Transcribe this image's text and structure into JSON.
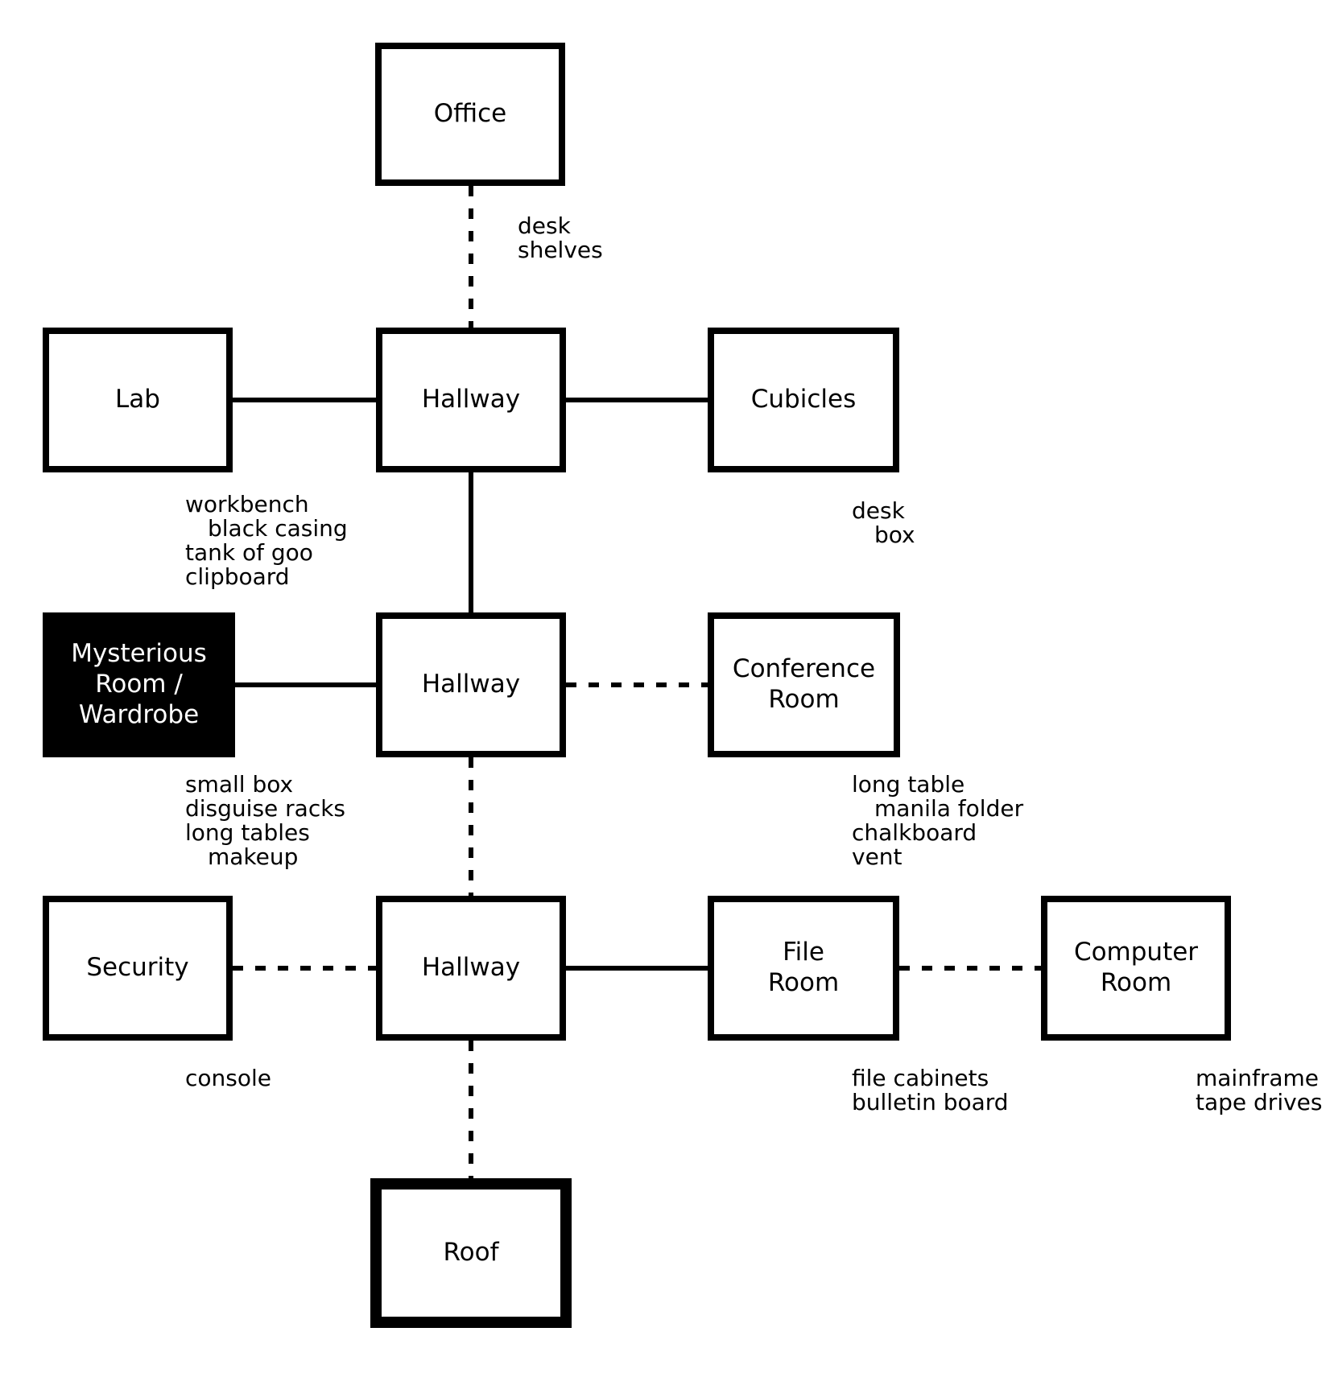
{
  "diagram": {
    "colors": {
      "background": "#ffffff",
      "line": "#000000",
      "dark_room_fill": "#000000",
      "dark_room_text": "#ffffff"
    },
    "rooms": {
      "office": {
        "name": "Office"
      },
      "lab": {
        "name": "Lab"
      },
      "hallway_top": {
        "name": "Hallway"
      },
      "cubicles": {
        "name": "Cubicles"
      },
      "mysterious_room": {
        "name": "Mysterious Room / Wardrobe"
      },
      "hallway_middle": {
        "name": "Hallway"
      },
      "conference_room": {
        "name": "Conference Room"
      },
      "security": {
        "name": "Security"
      },
      "hallway_bottom": {
        "name": "Hallway"
      },
      "file_room": {
        "name": "File Room"
      },
      "computer_room": {
        "name": "Computer Room"
      },
      "roof": {
        "name": "Roof"
      }
    },
    "room_items": {
      "office": [
        {
          "text": "desk"
        },
        {
          "text": "shelves"
        }
      ],
      "lab": [
        {
          "text": "workbench"
        },
        {
          "text": "black casing",
          "indent": true
        },
        {
          "text": "tank of goo"
        },
        {
          "text": "clipboard"
        }
      ],
      "cubicles": [
        {
          "text": "desk"
        },
        {
          "text": "box",
          "indent": true
        }
      ],
      "mysterious_room": [
        {
          "text": "small box"
        },
        {
          "text": "disguise racks"
        },
        {
          "text": "long tables"
        },
        {
          "text": "makeup",
          "indent": true
        }
      ],
      "conference_room": [
        {
          "text": "long table"
        },
        {
          "text": "manila folder",
          "indent": true
        },
        {
          "text": "chalkboard"
        },
        {
          "text": "vent"
        }
      ],
      "security": [
        {
          "text": "console"
        }
      ],
      "file_room": [
        {
          "text": "file cabinets"
        },
        {
          "text": "bulletin board"
        }
      ],
      "computer_room": [
        {
          "text": "mainframe"
        },
        {
          "text": "tape drives"
        }
      ]
    },
    "edges": [
      {
        "from": "office",
        "to": "hallway_top",
        "style": "dashed"
      },
      {
        "from": "lab",
        "to": "hallway_top",
        "style": "solid"
      },
      {
        "from": "hallway_top",
        "to": "cubicles",
        "style": "solid"
      },
      {
        "from": "hallway_top",
        "to": "hallway_middle",
        "style": "solid"
      },
      {
        "from": "mysterious_room",
        "to": "hallway_middle",
        "style": "solid"
      },
      {
        "from": "hallway_middle",
        "to": "conference_room",
        "style": "dashed"
      },
      {
        "from": "hallway_middle",
        "to": "hallway_bottom",
        "style": "dashed"
      },
      {
        "from": "security",
        "to": "hallway_bottom",
        "style": "dashed"
      },
      {
        "from": "hallway_bottom",
        "to": "file_room",
        "style": "solid"
      },
      {
        "from": "file_room",
        "to": "computer_room",
        "style": "dashed"
      },
      {
        "from": "hallway_bottom",
        "to": "roof",
        "style": "dashed"
      }
    ]
  }
}
